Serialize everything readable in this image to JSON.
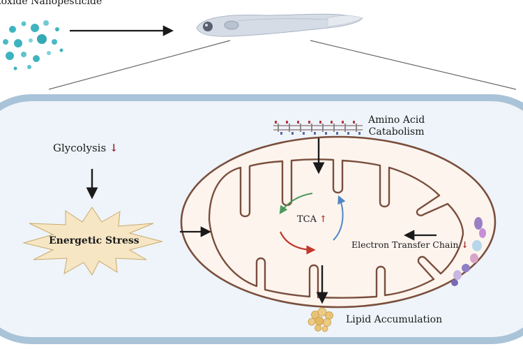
{
  "labels": {
    "nanopesticide": "toxide Nanopesticide",
    "glycolysis": "Glycolysis",
    "energetic_stress": "Energetic Stress",
    "amino_acid_line1": "Amino Acid",
    "amino_acid_line2": "Catabolism",
    "tca": "TCA",
    "electron_transfer_chain": "Electron Transfer Chain",
    "lipid_accumulation": "Lipid Accumulation"
  },
  "indicators": {
    "down": "↓",
    "up": "↑"
  },
  "colors": {
    "cell_border": "#a9c3d8",
    "cell_fill": "#eef4f9",
    "mito_fill": "#fdf4ee",
    "mito_stroke": "#7a4e3c",
    "starburst_fill": "#f6e6c4",
    "particle": "#3fb3bf",
    "tca_green": "#4a9a5a",
    "tca_blue": "#4d86c4",
    "tca_red": "#c0392b"
  }
}
